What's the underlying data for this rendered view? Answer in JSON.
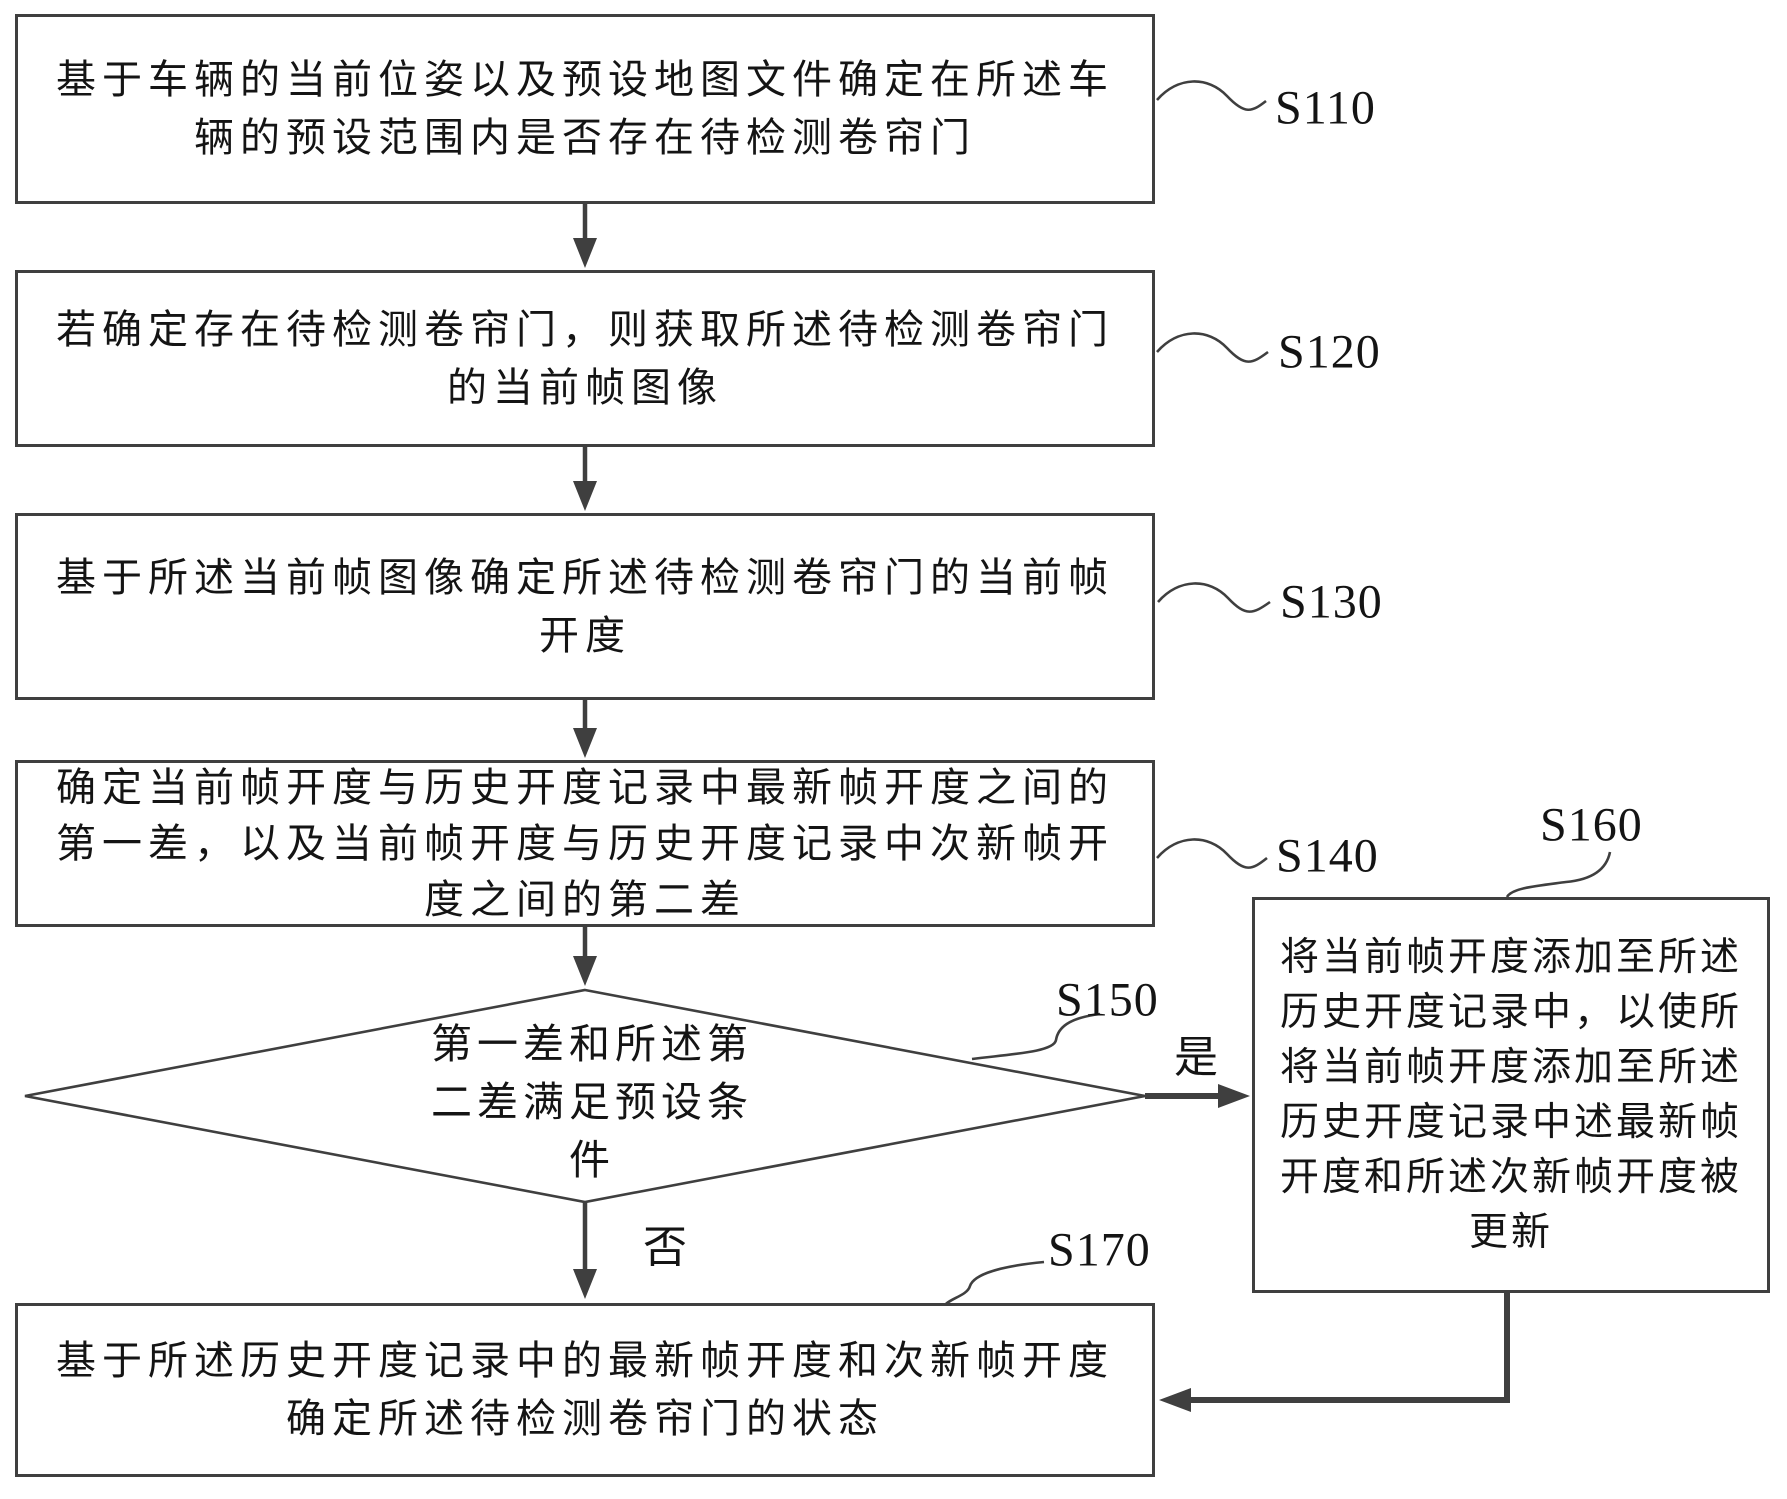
{
  "figure": {
    "type": "flowchart",
    "description": "Roller-shutter-door state detection method flowchart (patent style figure)"
  },
  "colors": {
    "background": "#ffffff",
    "line": "#3f3f3f",
    "text": "#141414"
  },
  "boxes": {
    "s110": {
      "label": "S110",
      "shape": "rect",
      "text": "基于车辆的当前位姿以及预设地图文件确定在所述车\n辆的预设范围内是否存在待检测卷帘门"
    },
    "s120": {
      "label": "S120",
      "shape": "rect",
      "text": "若确定存在待检测卷帘门，则获取所述待检测卷帘门\n的当前帧图像"
    },
    "s130": {
      "label": "S130",
      "shape": "rect",
      "text": "基于所述当前帧图像确定所述待检测卷帘门的当前帧\n开度"
    },
    "s140": {
      "label": "S140",
      "shape": "rect",
      "text": "确定当前帧开度与历史开度记录中最新帧开度之间的\n第一差，以及当前帧开度与历史开度记录中次新帧开\n度之间的第二差"
    },
    "s150": {
      "label": "S150",
      "shape": "diamond",
      "text": "第一差和所述第\n二差满足预设条\n件"
    },
    "s160": {
      "label": "S160",
      "shape": "rect",
      "text": "将当前帧开度添加至所述\n历史开度记录中，以使所\n将当前帧开度添加至所述\n历史开度记录中述最新帧\n开度和所述次新帧开度被\n更新"
    },
    "s170": {
      "label": "S170",
      "shape": "rect",
      "text": "基于所述历史开度记录中的最新帧开度和次新帧开度\n确定所述待检测卷帘门的状态"
    }
  },
  "branches": {
    "yes": "是",
    "no": "否"
  }
}
